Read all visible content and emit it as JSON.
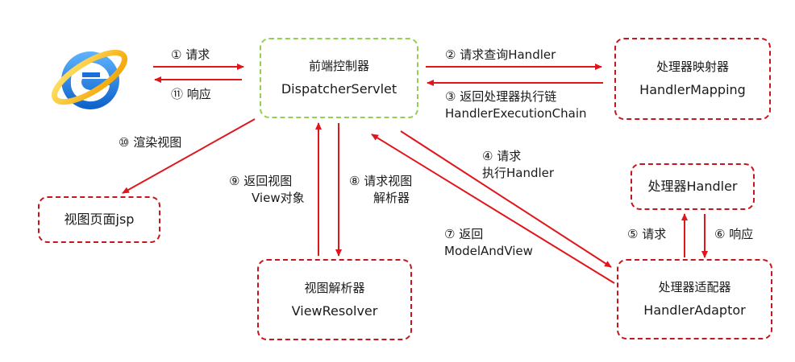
{
  "colors": {
    "arrow": "#e0161d",
    "node_border": "#c4161c",
    "center_border": "#92d050"
  },
  "browser": {
    "icon": "internet-explorer-icon"
  },
  "nodes": {
    "dispatcher": {
      "cn": "前端控制器",
      "en": "DispatcherServlet"
    },
    "handler_mapping": {
      "cn": "处理器映射器",
      "en": "HandlerMapping"
    },
    "handler": {
      "cn": "处理器Handler"
    },
    "handler_adaptor": {
      "cn": "处理器适配器",
      "en": "HandlerAdaptor"
    },
    "view_resolver": {
      "cn": "视图解析器",
      "en": "ViewResolver"
    },
    "view_page": {
      "cn": "视图页面jsp"
    }
  },
  "steps": {
    "s1": "① 请求",
    "s11": "⑪ 响应",
    "s2": "② 请求查询Handler",
    "s3_line1": "③ 返回处理器执行链",
    "s3_line2": "HandlerExecutionChain",
    "s4_line1": "④ 请求",
    "s4_line2": "执行Handler",
    "s5": "⑤ 请求",
    "s6": "⑥ 响应",
    "s7_line1": "⑦ 返回",
    "s7_line2": "ModelAndView",
    "s8_line1": "⑧ 请求视图",
    "s8_line2": "解析器",
    "s9_line1": "⑨ 返回视图",
    "s9_line2": "View对象",
    "s10": "⑩ 渲染视图"
  }
}
